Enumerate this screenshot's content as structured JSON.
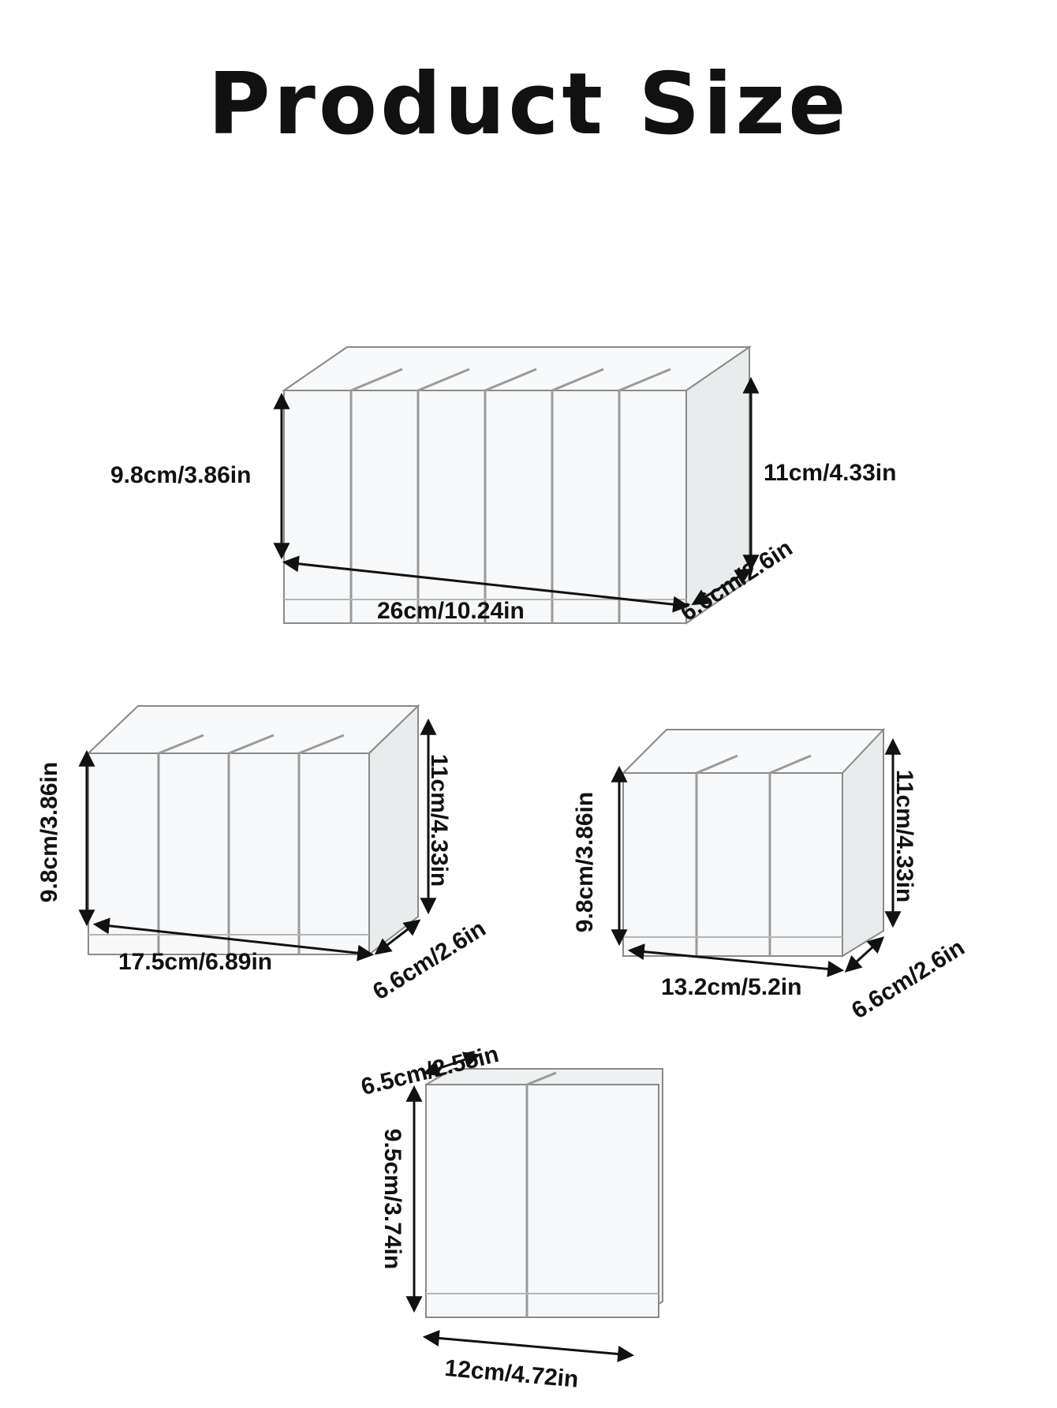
{
  "title": "Product Size",
  "organizers": [
    {
      "name": "six-compartment",
      "compartments": 6,
      "dimensions": {
        "front_height": "9.8cm/3.86in",
        "back_height": "11cm/4.33in",
        "length": "26cm/10.24in",
        "depth": "6.6cm/2.6in"
      }
    },
    {
      "name": "four-compartment",
      "compartments": 4,
      "dimensions": {
        "front_height": "9.8cm/3.86in",
        "back_height": "11cm/4.33in",
        "length": "17.5cm/6.89in",
        "depth": "6.6cm/2.6in"
      }
    },
    {
      "name": "three-compartment",
      "compartments": 3,
      "dimensions": {
        "front_height": "9.8cm/3.86in",
        "back_height": "11cm/4.33in",
        "length": "13.2cm/5.2in",
        "depth": "6.6cm/2.6in"
      }
    },
    {
      "name": "two-compartment",
      "compartments": 2,
      "dimensions": {
        "depth": "6.5cm/2.55in",
        "height": "9.5cm/3.74in",
        "length": "12cm/4.72in"
      }
    }
  ],
  "colors": {
    "text": "#111111",
    "outline": "#8a8a8a",
    "panel": "#f3f5f6",
    "background": "#ffffff"
  }
}
